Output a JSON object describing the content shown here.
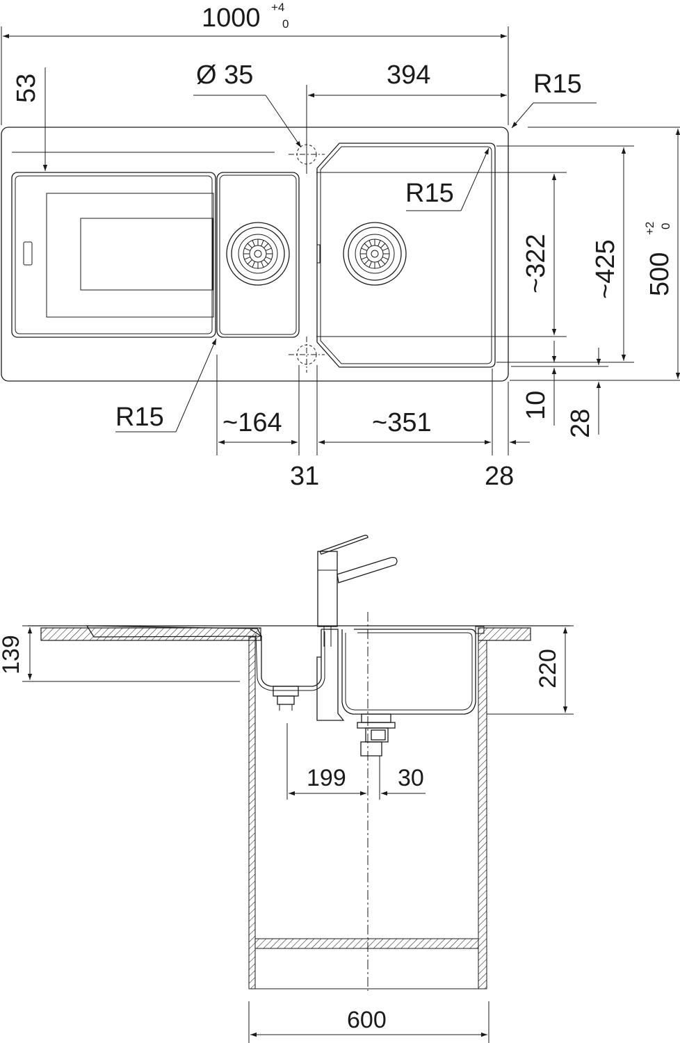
{
  "dimensions": {
    "width_main": "1000",
    "width_tol_plus": "+4",
    "width_tol_minus": "0",
    "tap_hole": "Ø 35",
    "main_bowl_width": "394",
    "corner_r_top": "R15",
    "corner_r_inner": "R15",
    "corner_r_left": "R15",
    "drainer_offset": "53",
    "bowl_depth": "~322",
    "inner_depth": "~425",
    "depth_main": "500",
    "depth_tol_plus": "+2",
    "depth_tol_minus": "0",
    "small_bowl_width": "~164",
    "large_bowl_width": "~351",
    "divider_width": "31",
    "right_rim": "28",
    "front_rim": "10",
    "front_rim_total": "28",
    "drainer_height": "139",
    "bowl_height": "220",
    "waste_offset_left": "199",
    "waste_offset_right": "30",
    "cabinet_width": "600"
  },
  "colors": {
    "line": "#1a1a1a",
    "background": "#ffffff"
  }
}
